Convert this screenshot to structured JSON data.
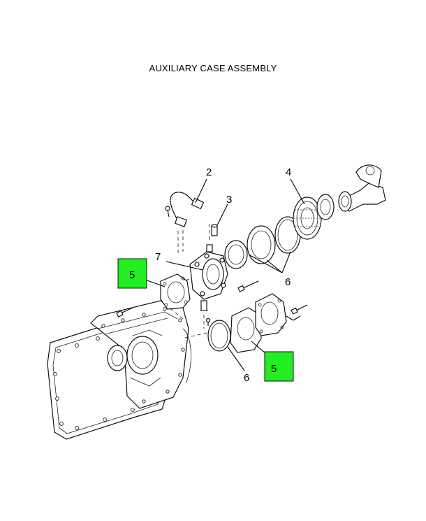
{
  "title": "AUXILIARY CASE ASSEMBLY",
  "colors": {
    "callout_highlight": "#22ee22",
    "line": "#000000",
    "background": "#ffffff"
  },
  "callouts": {
    "c2": "2",
    "c3": "3",
    "c4": "4",
    "c5a": "5",
    "c5b": "5",
    "c6a": "6",
    "c6b": "6",
    "c7": "7"
  }
}
